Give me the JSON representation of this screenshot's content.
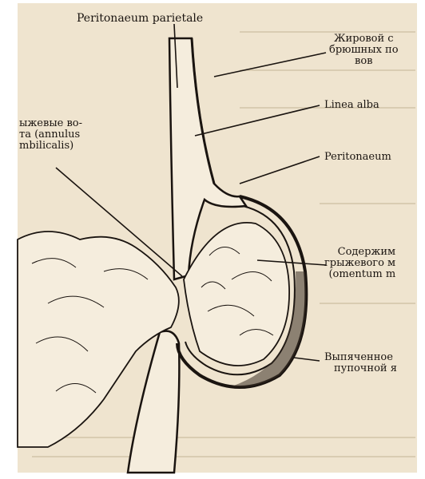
{
  "colors": {
    "paper": "#efe4cf",
    "ink": "#1a1410",
    "tissue": "#f5eddd",
    "shade": "#3a2f26"
  },
  "labels": {
    "peritonaeum_parietale": "Peritonaeum parietale",
    "fat_layer": [
      "Жировой с",
      "брюшных по",
      "вов"
    ],
    "linea_alba": "Linea alba",
    "hernial_ring": [
      "ыжевые во-",
      "та (annulus",
      "mbilicalis)"
    ],
    "peritonaeum": "Peritonaeum",
    "sac_contents": [
      "Содержим",
      "грыжевого м",
      "(omentum m"
    ],
    "protruded": [
      "Выпяченное",
      "пупочной я"
    ]
  }
}
